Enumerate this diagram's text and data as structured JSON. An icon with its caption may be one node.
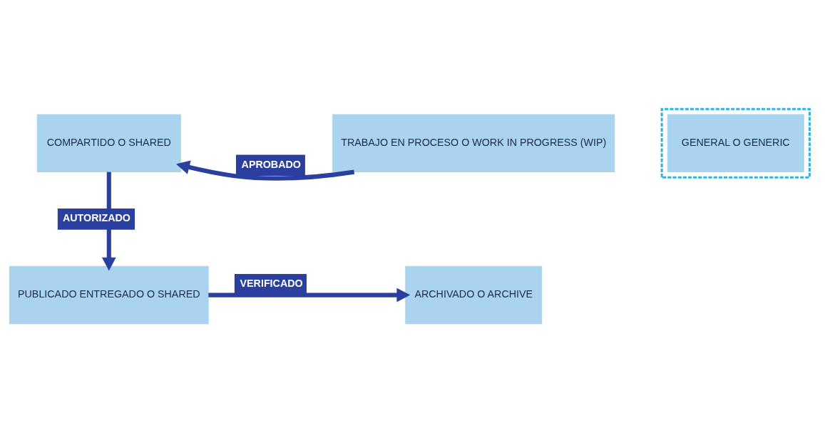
{
  "diagram": {
    "nodes": [
      {
        "text": [
          "COMPARTIDO O SHARED"
        ]
      },
      {
        "text": [
          "TRABAJO EN PROCESO O WORK IN PROGRESS (WIP)"
        ]
      },
      {
        "text": [],
        "shape": "box"
      },
      {
        "text": [
          "GENERAL O GENERIC"
        ],
        "in": 2
      },
      {
        "text": [
          "PUBLICADO ENTREGADO O SHARED"
        ]
      },
      {
        "text": [
          "ARCHIVADO O ARCHIVE"
        ]
      }
    ],
    "edges": [
      {
        "from": 1,
        "to": 0,
        "arrow": "to",
        "label": "APROBADO"
      },
      {
        "from": 0,
        "to": 4,
        "arrow": "to",
        "label": "AUTORIZADO"
      },
      {
        "from": 4,
        "to": 5,
        "arrow": "to",
        "label": "VERIFICADO"
      }
    ]
  }
}
